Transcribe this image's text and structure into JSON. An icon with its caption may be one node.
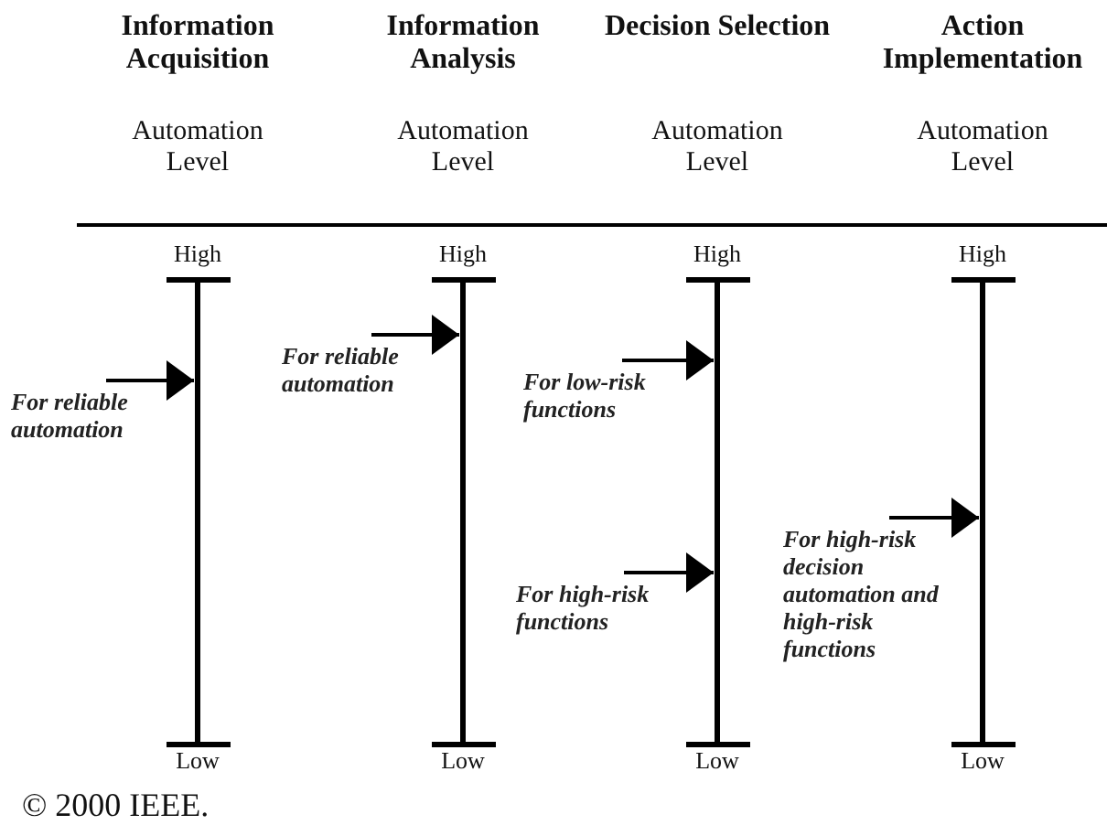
{
  "diagram": {
    "nodes": [
      {
        "text": [
          "For reliable automation"
        ]
      },
      {
        "text": [],
        "shape": "bar",
        "beside": [
          "High",
          "Low"
        ]
      },
      {
        "text": [
          "For reliable automation"
        ]
      },
      {
        "text": [],
        "shape": "bar",
        "beside": [
          "High",
          "Low"
        ]
      },
      {
        "text": [
          "For low-risk functions"
        ]
      },
      {
        "text": [
          "For high-risk functions"
        ]
      },
      {
        "text": [],
        "shape": "bar",
        "beside": [
          "High",
          "Low"
        ]
      },
      {
        "text": [
          "For high-risk decision automation and high-risk functions"
        ]
      },
      {
        "text": [],
        "shape": "bar",
        "beside": [
          "High",
          "Low"
        ]
      }
    ],
    "edges": [
      {
        "from": 0,
        "to": 1,
        "arrow": "to"
      },
      {
        "from": 2,
        "to": 3,
        "arrow": "to"
      },
      {
        "from": 4,
        "to": 6,
        "arrow": "to"
      },
      {
        "from": 5,
        "to": 6,
        "arrow": "to"
      },
      {
        "from": 7,
        "to": 8,
        "arrow": "to"
      }
    ],
    "labels": [
      "Information Acquisition",
      "Information Analysis",
      "Decision Selection",
      "Action Implementation",
      "Automation Level",
      "Automation Level",
      "Automation Level",
      "Automation Level",
      "© 2000 IEEE."
    ]
  }
}
